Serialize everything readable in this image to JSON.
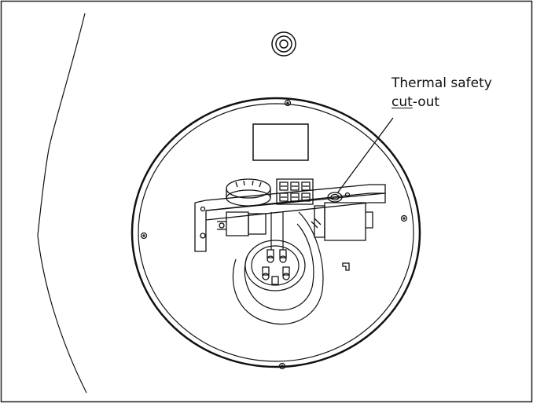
{
  "diagram": {
    "callout": {
      "line1": "Thermal safety",
      "line2_underlined": "cut",
      "line2_rest": "-out"
    },
    "colors": {
      "stroke": "#111111",
      "background": "#ffffff",
      "frame": "#222222"
    }
  }
}
